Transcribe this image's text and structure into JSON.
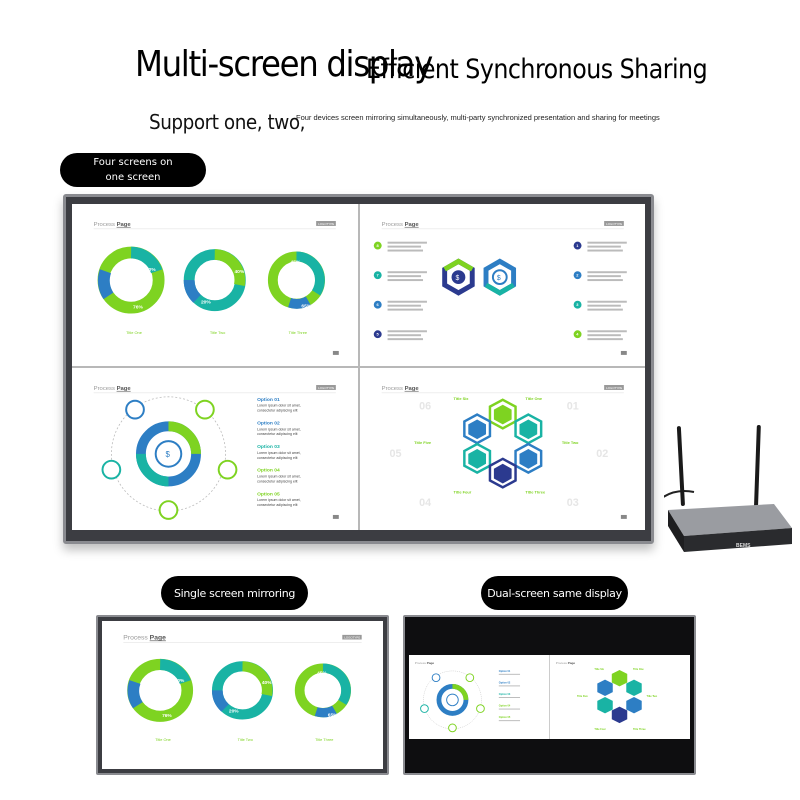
{
  "header": {
    "title_main": "Multi-screen display",
    "title_overlap": "Efficient Synchronous Sharing",
    "subtitle": "Support one, two,",
    "subtitle_small": "Four devices screen mirroring simultaneously, multi-party synchronized presentation and sharing for meetings"
  },
  "labels": {
    "four_screens": "Four screens on one screen",
    "single_screen": "Single screen mirroring",
    "dual_screen": "Dual-screen same display"
  },
  "slides": {
    "process_title": "Process",
    "process_title_bold": "Page",
    "logo_tag": "LOGOTYPE",
    "donuts": {
      "values": [
        "80%",
        "40%",
        "45%"
      ],
      "values_inner": [
        "76%",
        "20%",
        "65%"
      ],
      "titles": [
        "Title One",
        "Title Two",
        "Title Three"
      ]
    },
    "hex_numbers": [
      "8",
      "1",
      "7",
      "2",
      "6",
      "3",
      "5",
      "4"
    ],
    "options": {
      "items": [
        "Option 01",
        "Option 02",
        "Option 03",
        "Option 04",
        "Option 05"
      ],
      "line1": "Lorem ipsum dolor sit amet,",
      "line2": "consectetur adipiscing elit"
    },
    "hex_cluster": {
      "titles": [
        "Title Six",
        "Title One",
        "Title Five",
        "Title Two",
        "Title Four",
        "Title Three"
      ],
      "numbers": [
        "06",
        "01",
        "05",
        "02",
        "04",
        "03"
      ]
    }
  },
  "router": {
    "brand": "BEMS"
  },
  "colors": {
    "green": "#7ed321",
    "teal": "#19b3a4",
    "blue": "#2d7ec4",
    "navy": "#2b3a8f"
  }
}
